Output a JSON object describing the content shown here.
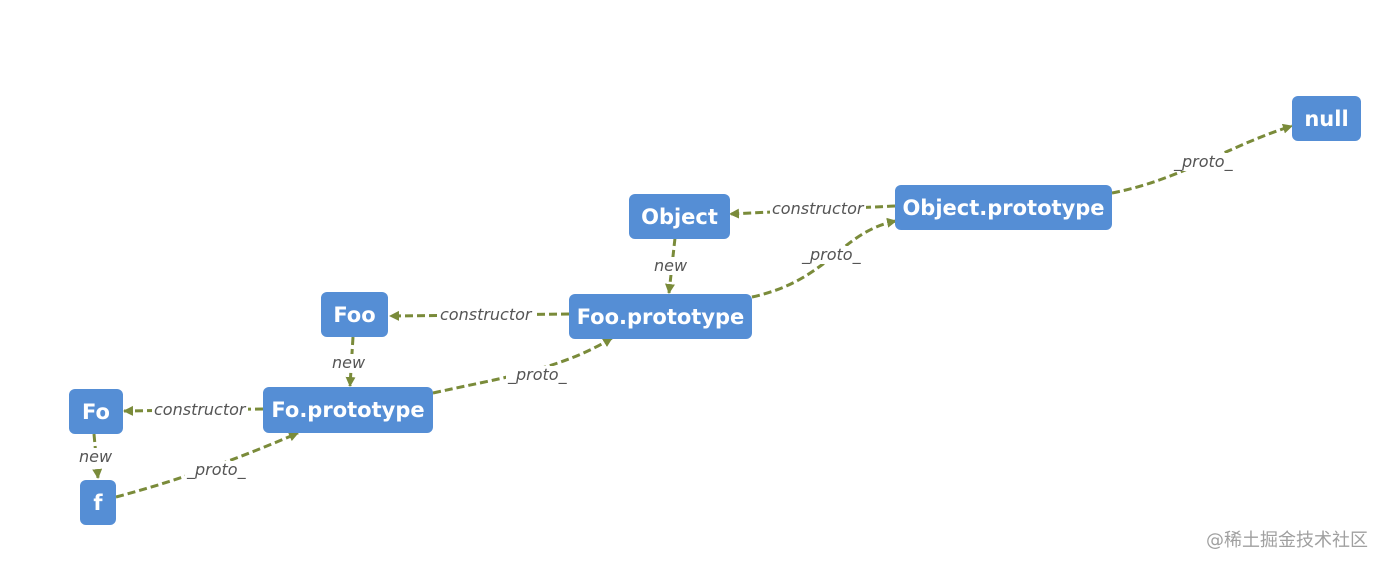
{
  "diagram": {
    "line_color": "#7a8b3a",
    "node_color": "#558ed5",
    "nodes": {
      "null": "null",
      "object": "Object",
      "object_prototype": "Object.prototype",
      "foo": "Foo",
      "foo_prototype": "Foo.prototype",
      "fo": "Fo",
      "fo_prototype": "Fo.prototype",
      "f": "f"
    },
    "edges": [
      {
        "from": "f",
        "to": "fo_prototype",
        "label": "_proto_"
      },
      {
        "from": "fo",
        "to": "f",
        "label": "new"
      },
      {
        "from": "fo_prototype",
        "to": "fo",
        "label": "constructor"
      },
      {
        "from": "fo_prototype",
        "to": "foo_prototype",
        "label": "_proto_"
      },
      {
        "from": "foo",
        "to": "fo_prototype",
        "label": "new"
      },
      {
        "from": "foo_prototype",
        "to": "foo",
        "label": "constructor"
      },
      {
        "from": "foo_prototype",
        "to": "object_prototype",
        "label": "_proto_"
      },
      {
        "from": "object",
        "to": "foo_prototype",
        "label": "new"
      },
      {
        "from": "object_prototype",
        "to": "object",
        "label": "constructor"
      },
      {
        "from": "object_prototype",
        "to": "null",
        "label": "_proto_"
      }
    ]
  },
  "watermark": "@稀土掘金技术社区"
}
